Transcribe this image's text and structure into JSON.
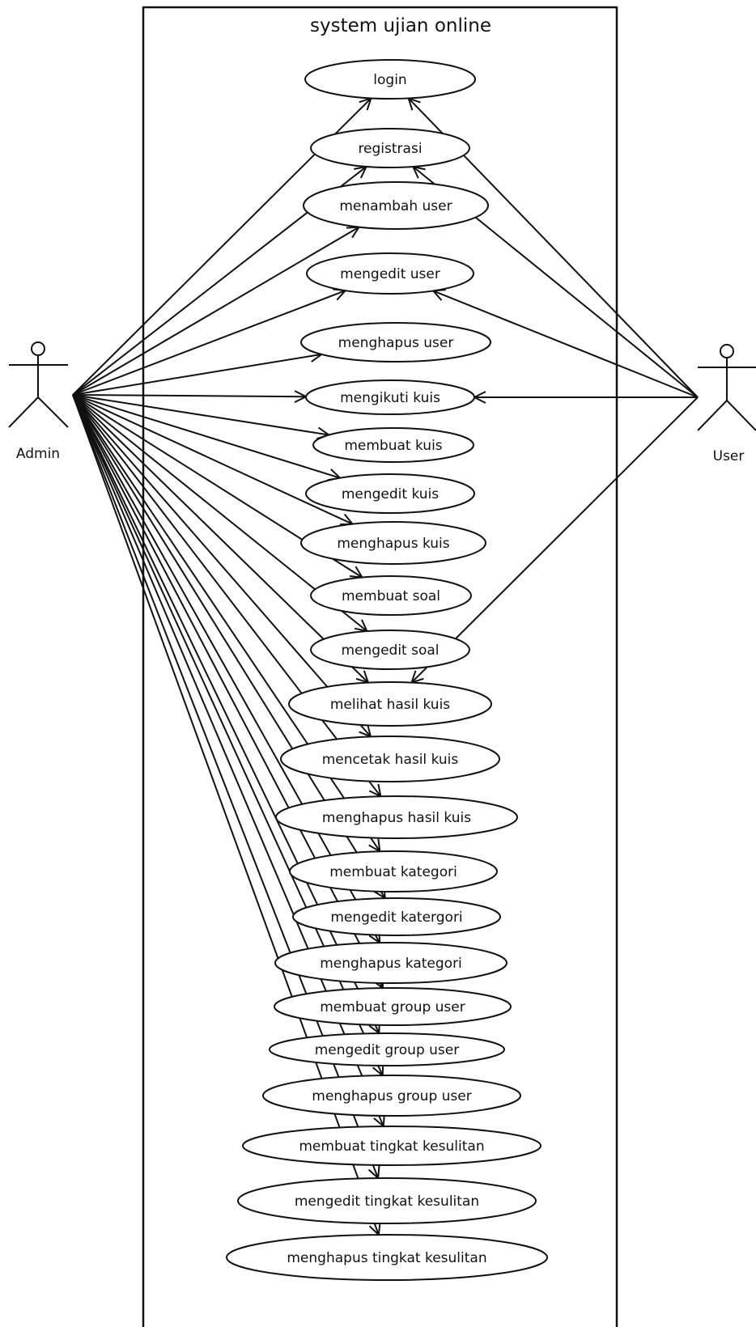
{
  "system": {
    "title": "system ujian online"
  },
  "actors": {
    "admin": {
      "label": "Admin"
    },
    "user": {
      "label": "User"
    }
  },
  "use_cases": [
    "login",
    "registrasi",
    "menambah user",
    "mengedit user",
    "menghapus user",
    "mengikuti kuis",
    "membuat kuis",
    "mengedit kuis",
    "menghapus kuis",
    "membuat soal",
    "mengedit soal",
    "melihat hasil kuis",
    "mencetak hasil kuis",
    "menghapus hasil kuis",
    "membuat kategori",
    "mengedit katergori",
    "menghapus kategori",
    "membuat group user",
    "mengedit group user",
    "menghapus group user",
    "membuat tingkat kesulitan",
    "mengedit tingkat kesulitan",
    "menghapus tingkat kesulitan"
  ],
  "associations": {
    "admin": [
      0,
      1,
      2,
      3,
      4,
      5,
      6,
      7,
      8,
      9,
      10,
      11,
      12,
      13,
      14,
      15,
      16,
      17,
      18,
      19,
      20,
      21,
      22
    ],
    "user": [
      0,
      1,
      3,
      5,
      11
    ]
  },
  "colors": {
    "stroke": "#111111",
    "background": "#ffffff"
  }
}
